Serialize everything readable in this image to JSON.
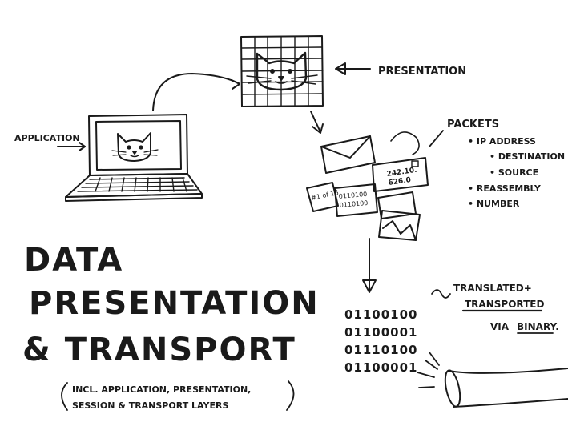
{
  "labels": {
    "application": "APPLICATION",
    "presentation": "PRESENTATION",
    "packets": "PACKETS",
    "ip_address": "• IP ADDRESS",
    "destination": "• DESTINATION",
    "source": "• SOURCE",
    "reassembly": "• REASSEMBLY",
    "number": "• NUMBER",
    "translated": "TRANSLATED+",
    "transported": "TRANSPORTED",
    "via": "VIA",
    "binary": "BINARY."
  },
  "title": {
    "line1": "DATA",
    "line2": "PRESENTATION",
    "line3": "& TRANSPORT"
  },
  "subtitle": {
    "line1": "INCL. APPLICATION, PRESENTATION,",
    "line2": "SESSION & TRANSPORT LAYERS"
  },
  "binary_rows": [
    "01100100",
    "01100001",
    "01110100",
    "01100001"
  ],
  "packet_text": {
    "address_line1": "242.10.",
    "address_line2": "626.0",
    "seq": "#1 of 16",
    "bits_line1": "0110100",
    "bits_line2": "0110100"
  },
  "icons": {
    "laptop": "laptop-icon",
    "cat_screen": "cat-face-icon",
    "pixel_grid": "pixel-grid-cat-icon",
    "envelope": "envelope-icon",
    "cable": "fiber-cable-icon"
  },
  "colors": {
    "ink": "#1a1a1a",
    "paper": "#ffffff"
  }
}
